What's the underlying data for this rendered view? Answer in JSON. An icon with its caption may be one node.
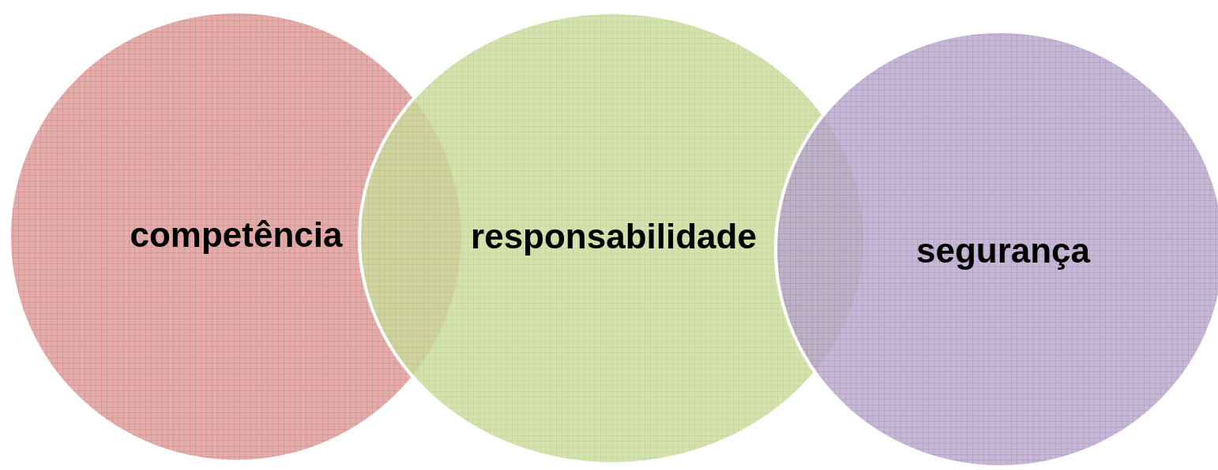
{
  "diagram": {
    "nodes": [
      {
        "text": [
          "competência"
        ]
      },
      {
        "text": [
          "responsabilidade"
        ]
      },
      {
        "text": [
          "segurança"
        ]
      }
    ]
  }
}
